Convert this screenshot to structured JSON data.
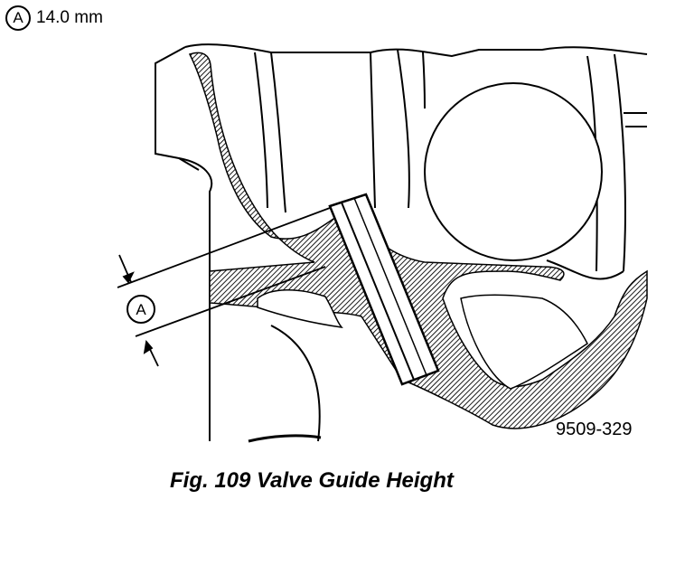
{
  "legend": {
    "marker": "A",
    "value": "14.0 mm"
  },
  "diagram": {
    "callout": "A",
    "code": "9509-329"
  },
  "caption": "Fig. 109 Valve Guide Height"
}
